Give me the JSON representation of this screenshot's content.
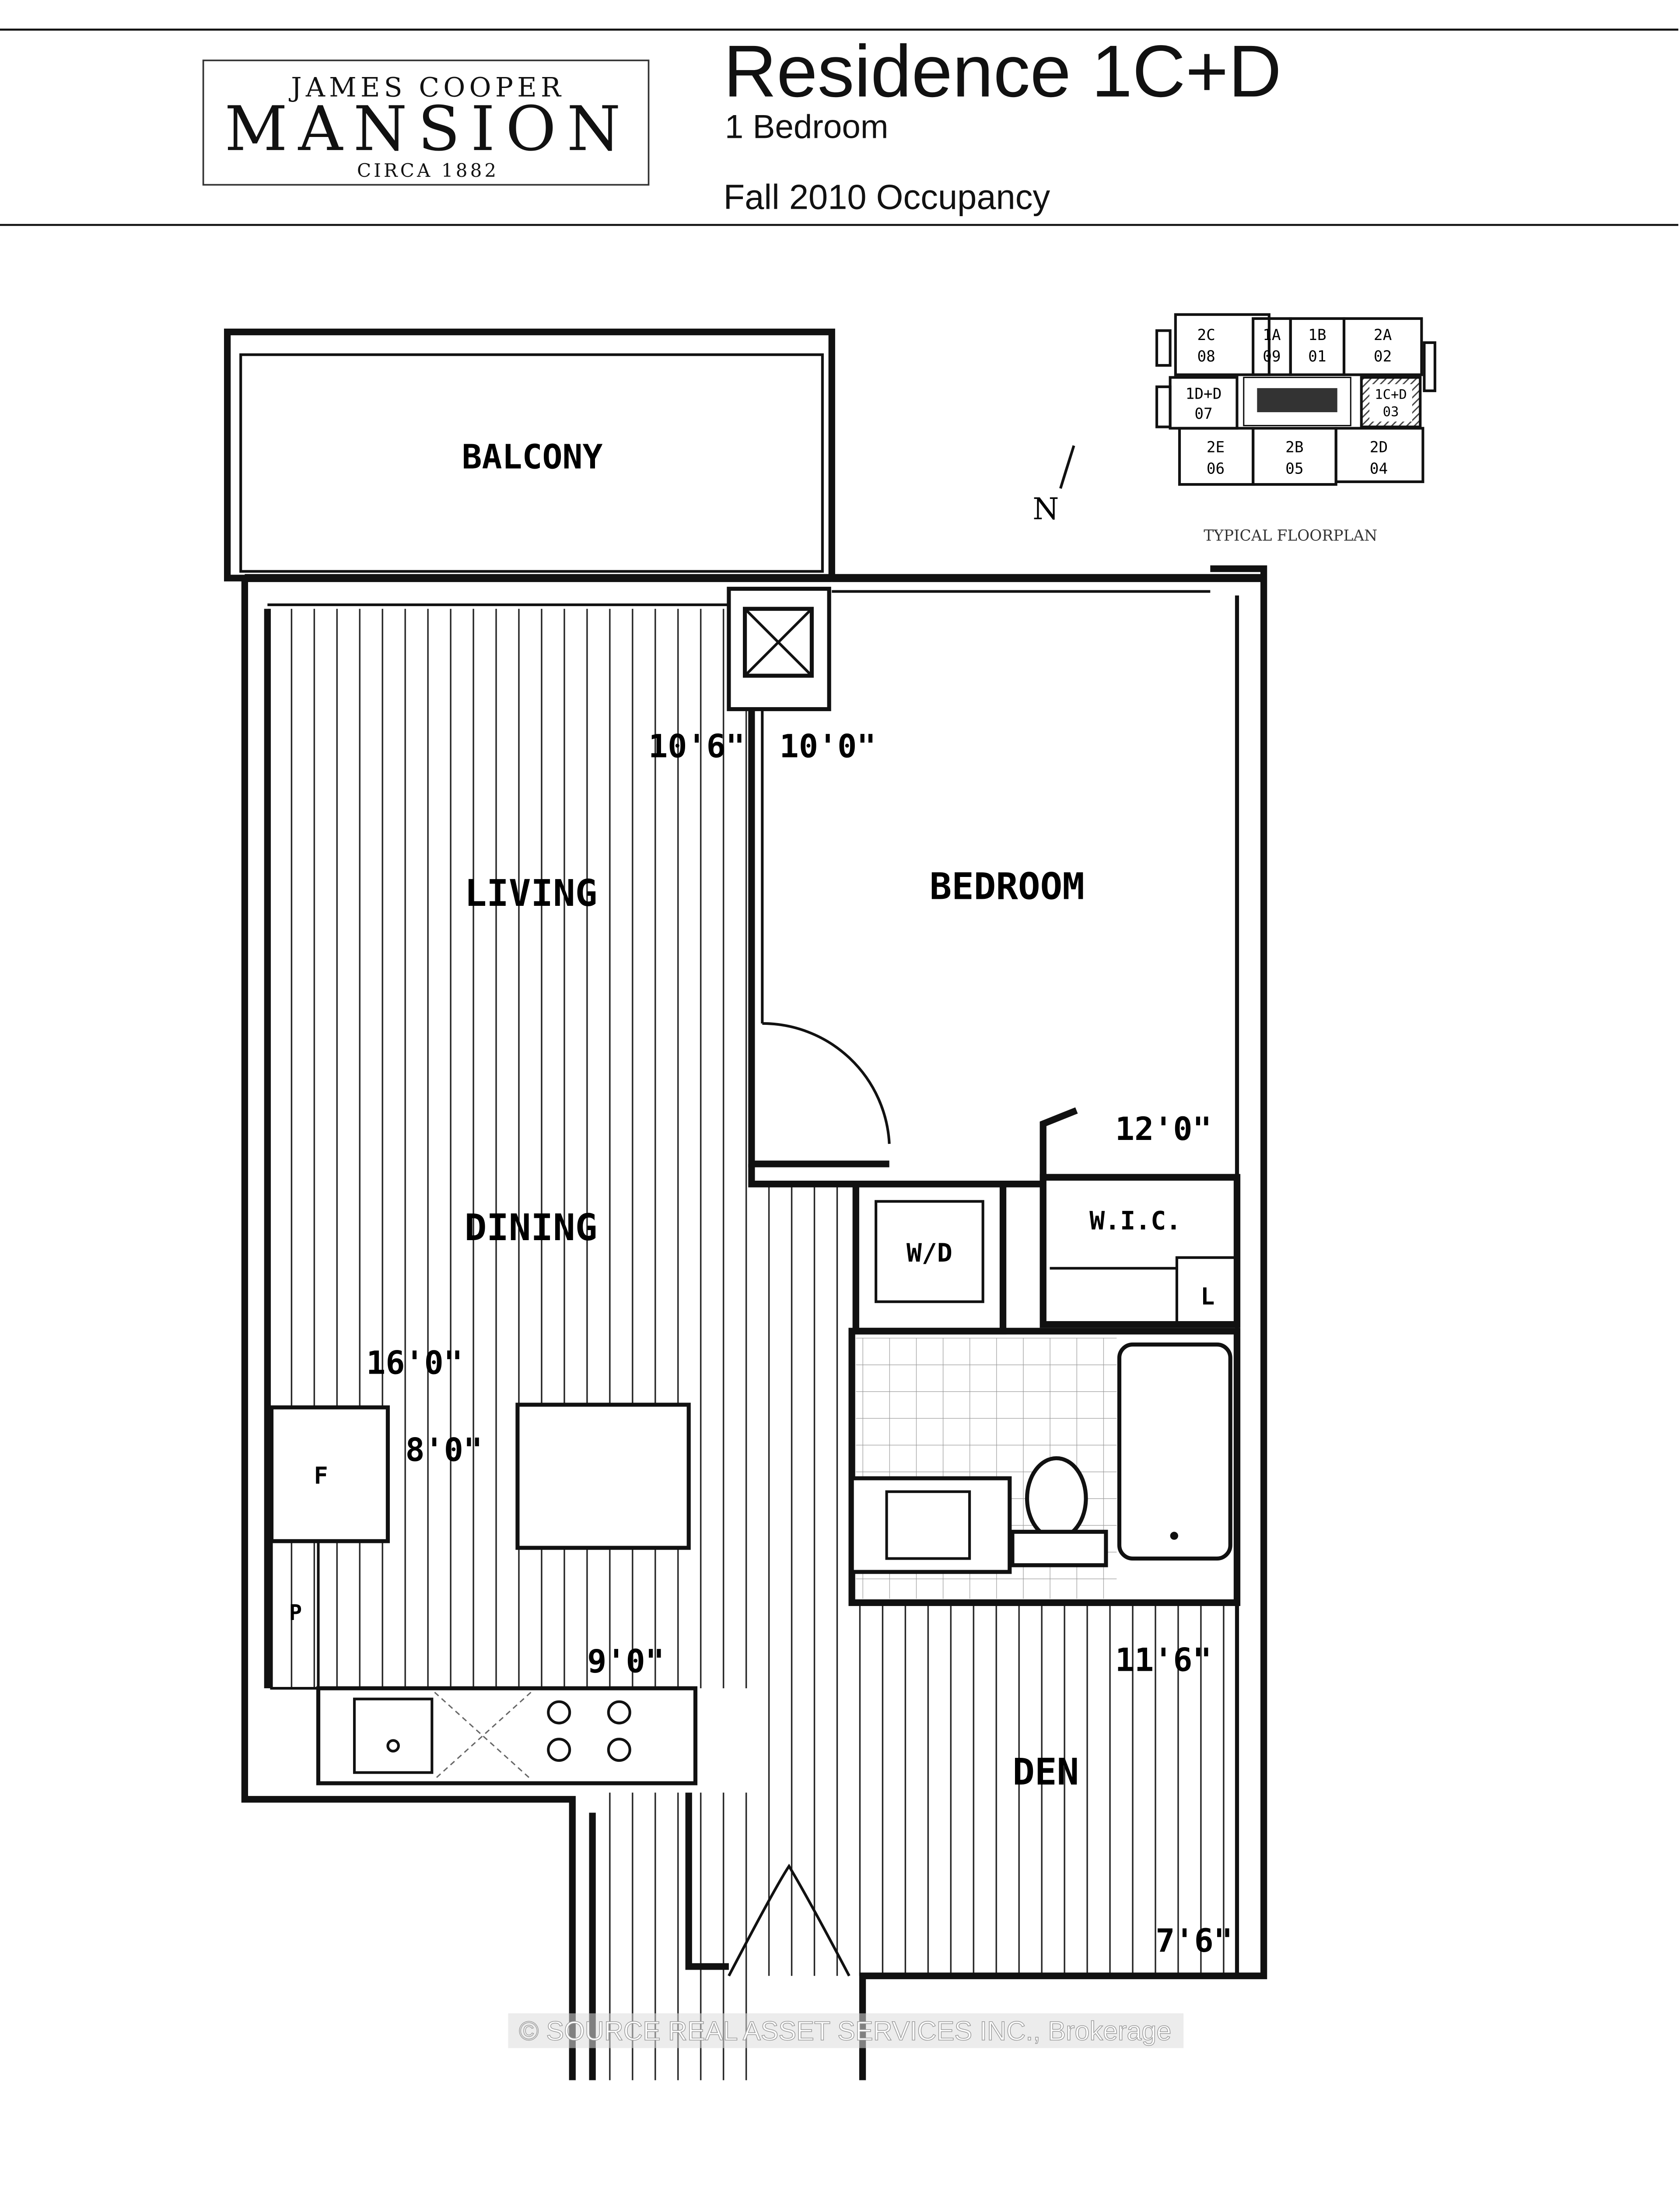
{
  "logo": {
    "line1": "JAMES COOPER",
    "line2": "MANSION",
    "line3": "CIRCA 1882"
  },
  "header": {
    "title": "Residence 1C+D",
    "subtitle": "1 Bedroom",
    "occupancy": "Fall 2010 Occupancy"
  },
  "rooms": {
    "balcony": "BALCONY",
    "living": "LIVING",
    "dining": "DINING",
    "bedroom": "BEDROOM",
    "wic": "W.I.C.",
    "linen": "L",
    "laundry": "W/D",
    "den": "DEN",
    "fridge": "F",
    "pantry": "P"
  },
  "dimensions": {
    "living_width": "10'6\"",
    "bedroom_width": "10'0\"",
    "bedroom_length": "12'0\"",
    "living_length": "16'0\"",
    "dining_width": "8'0\"",
    "kitchen_width": "9'0\"",
    "den_length": "11'6\"",
    "den_width": "7'6\""
  },
  "compass": {
    "label": "N"
  },
  "keyplan": {
    "caption": "TYPICAL FLOORPLAN",
    "highlighted_unit": "1C+D",
    "highlight_color": "#555555",
    "units": [
      {
        "type": "2C",
        "number": "08"
      },
      {
        "type": "1A",
        "number": "09"
      },
      {
        "type": "1B",
        "number": "01"
      },
      {
        "type": "2A",
        "number": "02"
      },
      {
        "type": "1D+D",
        "number": "07"
      },
      {
        "type": "1C+D",
        "number": "03"
      },
      {
        "type": "2E",
        "number": "06"
      },
      {
        "type": "2B",
        "number": "05"
      },
      {
        "type": "2D",
        "number": "04"
      }
    ]
  },
  "watermark": "© SOURCE REAL ASSET SERVICES INC., Brokerage"
}
